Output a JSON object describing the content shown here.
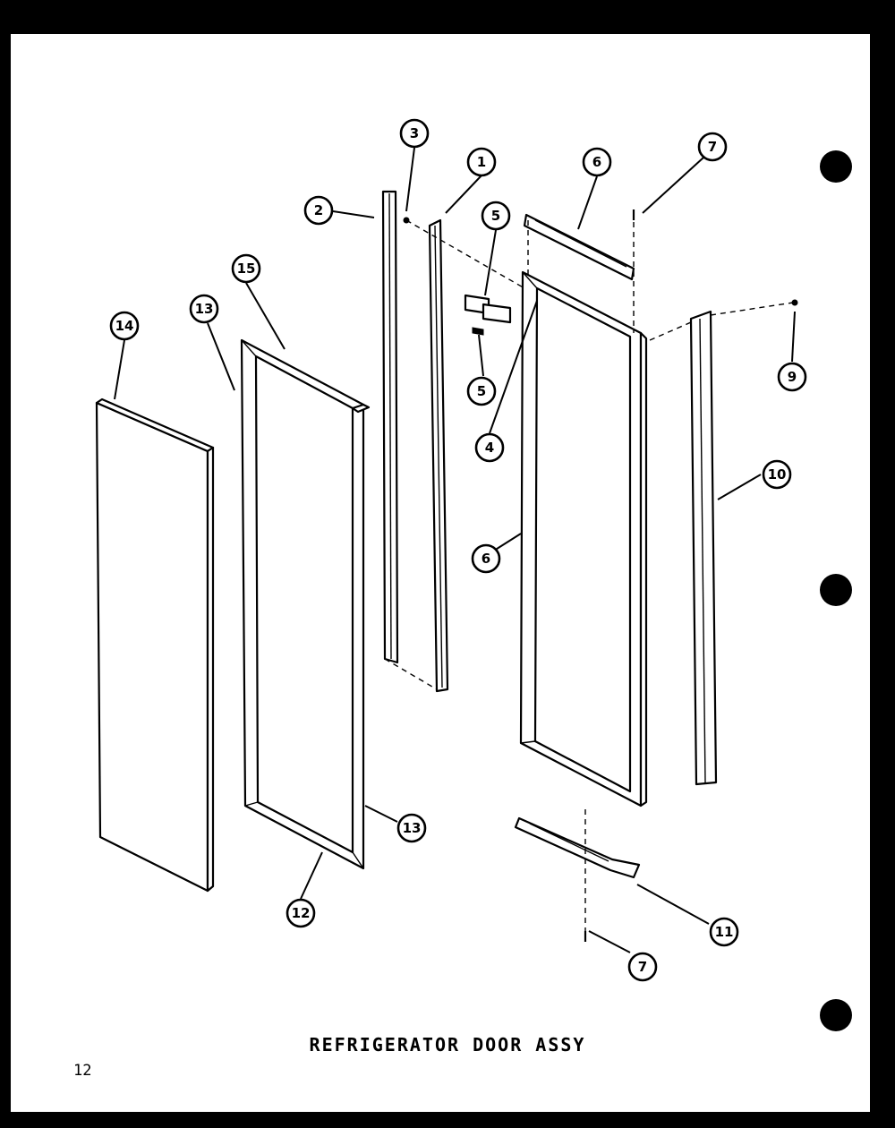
{
  "title": "REFRIGERATOR DOOR ASSY",
  "page_number": "12",
  "callouts": [
    {
      "id": "1",
      "label": "1"
    },
    {
      "id": "2",
      "label": "2"
    },
    {
      "id": "3",
      "label": "3"
    },
    {
      "id": "4",
      "label": "4"
    },
    {
      "id": "5a",
      "label": "5"
    },
    {
      "id": "5b",
      "label": "5"
    },
    {
      "id": "6a",
      "label": "6"
    },
    {
      "id": "6b",
      "label": "6"
    },
    {
      "id": "7a",
      "label": "7"
    },
    {
      "id": "7b",
      "label": "7"
    },
    {
      "id": "9",
      "label": "9"
    },
    {
      "id": "10",
      "label": "10"
    },
    {
      "id": "11",
      "label": "11"
    },
    {
      "id": "12",
      "label": "12"
    },
    {
      "id": "13a",
      "label": "13"
    },
    {
      "id": "13b",
      "label": "13"
    },
    {
      "id": "14",
      "label": "14"
    },
    {
      "id": "15",
      "label": "15"
    }
  ]
}
